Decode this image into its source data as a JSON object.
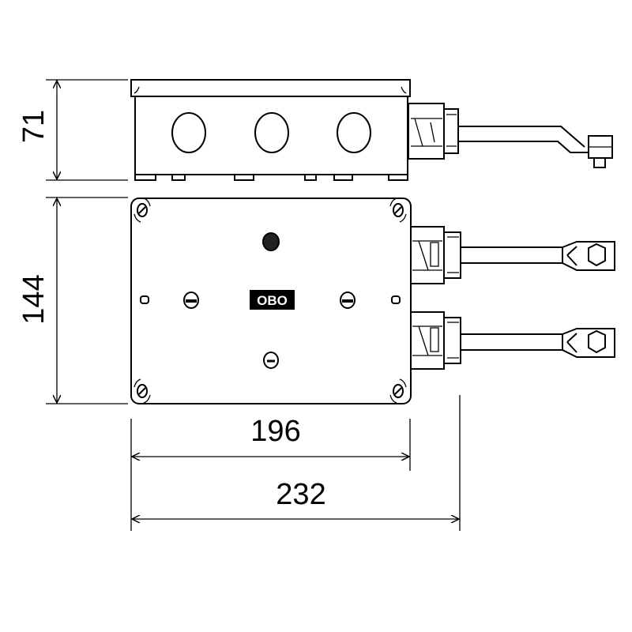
{
  "dimensions": {
    "height_side": "71",
    "depth_front": "144",
    "width_box": "196",
    "width_total": "232"
  },
  "logo": "OBO",
  "colors": {
    "line": "#000000",
    "background": "#ffffff"
  }
}
